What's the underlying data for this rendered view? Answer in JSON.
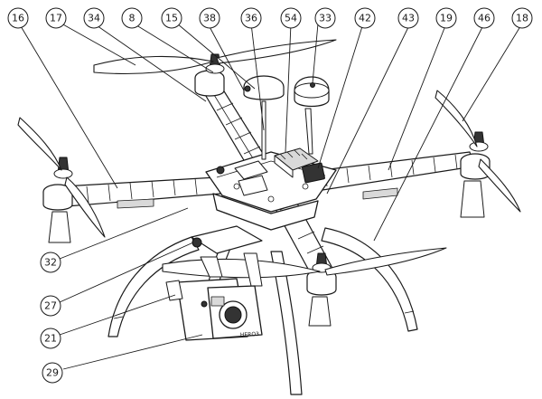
{
  "diagram": {
    "callouts": [
      {
        "id": "c16",
        "label": "16"
      },
      {
        "id": "c17",
        "label": "17"
      },
      {
        "id": "c34",
        "label": "34"
      },
      {
        "id": "c8",
        "label": "8"
      },
      {
        "id": "c15",
        "label": "15"
      },
      {
        "id": "c38",
        "label": "38"
      },
      {
        "id": "c36",
        "label": "36"
      },
      {
        "id": "c54",
        "label": "54"
      },
      {
        "id": "c33",
        "label": "33"
      },
      {
        "id": "c42",
        "label": "42"
      },
      {
        "id": "c43",
        "label": "43"
      },
      {
        "id": "c19",
        "label": "19"
      },
      {
        "id": "c46",
        "label": "46"
      },
      {
        "id": "c18",
        "label": "18"
      },
      {
        "id": "c32",
        "label": "32"
      },
      {
        "id": "c27",
        "label": "27"
      },
      {
        "id": "c21",
        "label": "21"
      },
      {
        "id": "c29",
        "label": "29"
      }
    ],
    "camera_brand_text": "HERO3"
  }
}
